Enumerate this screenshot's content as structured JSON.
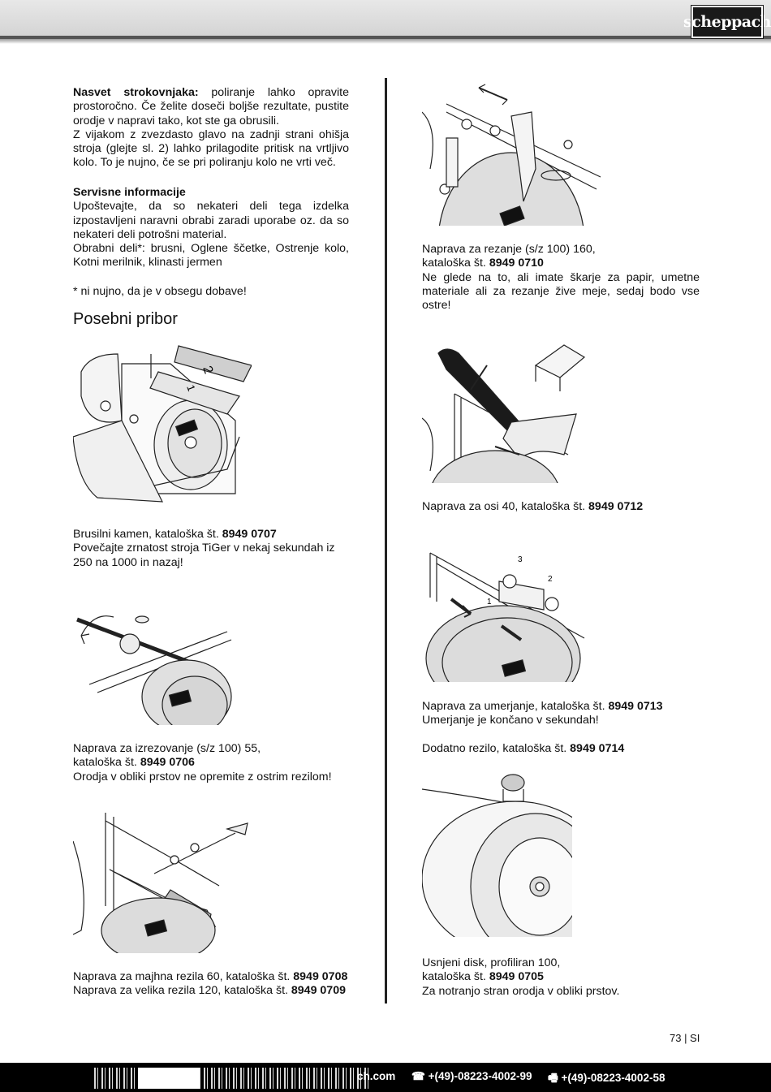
{
  "header": {
    "logo_text": "scheppach"
  },
  "left": {
    "tip_label": "Nasvet strokovnjaka:",
    "tip_body": " poliranje lahko opravite prostoročno. Če želite doseči boljše rezultate, pustite orodje v napravi tako, kot ste ga obrusili.",
    "tip_body2": "Z vijakom z zvezdasto glavo na zadnji strani ohišja stroja (glejte sl. 2) lahko prilagodite pritisk na vrtljivo kolo. To je nujno, če se pri poliranju kolo ne vrti več.",
    "service_heading": "Servisne informacije",
    "service_p1": "Upoštevajte, da so nekateri deli tega izdelka izpostavljeni naravni obrabi zaradi uporabe oz. da so nekateri deli potrošni material.",
    "service_p2": "Obrabni deli*: brusni, Oglene ščetke, Ostrenje kolo, Kotni merilnik, klinasti jermen",
    "footnote": "* ni nujno, da je v obsegu dobave!",
    "section_title": "Posebni pribor",
    "item1": {
      "line1": "Brusilni kamen, kataloška št. ",
      "num": "8949 0707",
      "desc": "Povečajte zrnatost stroja TiGer v nekaj sekundah iz 250 na 1000 in nazaj!",
      "fig_labels": [
        "2",
        "1"
      ]
    },
    "item2": {
      "line1": "Naprava za izrezovanje (s/z 100) 55,",
      "line2": "kataloška št. ",
      "num": "8949 0706",
      "desc": "Orodja v obliki prstov ne opremite z ostrim rezilom!"
    },
    "item3": {
      "line1": "Naprava za majhna rezila 60, kataloška št. ",
      "num1": "8949 0708",
      "line2": "Naprava za velika rezila 120, kataloška št. ",
      "num2": "8949 0709"
    }
  },
  "right": {
    "item1": {
      "line1": "Naprava za rezanje (s/z 100) 160,",
      "line2": "kataloška št. ",
      "num": "8949 0710",
      "desc": "Ne glede na to, ali imate škarje za papir, umetne materiale ali za rezanje žive meje, sedaj bodo vse ostre!"
    },
    "item2": {
      "line1": "Naprava za osi 40, kataloška št. ",
      "num": "8949 0712"
    },
    "item3": {
      "line1": "Naprava za umerjanje, kataloška št. ",
      "num": "8949 0713",
      "desc": "Umerjanje je končano v sekundah!",
      "fig_labels": [
        "3",
        "2",
        "1"
      ]
    },
    "item4": {
      "line1": "Dodatno rezilo, kataloška št. ",
      "num": "8949 0714"
    },
    "item5": {
      "line1": "Usnjeni disk, profiliran 100,",
      "line2": "kataloška št. ",
      "num": "8949 0705",
      "desc": "Za notranjo stran orodja v obliki prstov."
    }
  },
  "page": {
    "number": "73 | SI"
  },
  "footer": {
    "web": "ch.com",
    "phone": "☎ +(49)-08223-4002-99",
    "fax": "🖷 +(49)-08223-4002-58"
  }
}
